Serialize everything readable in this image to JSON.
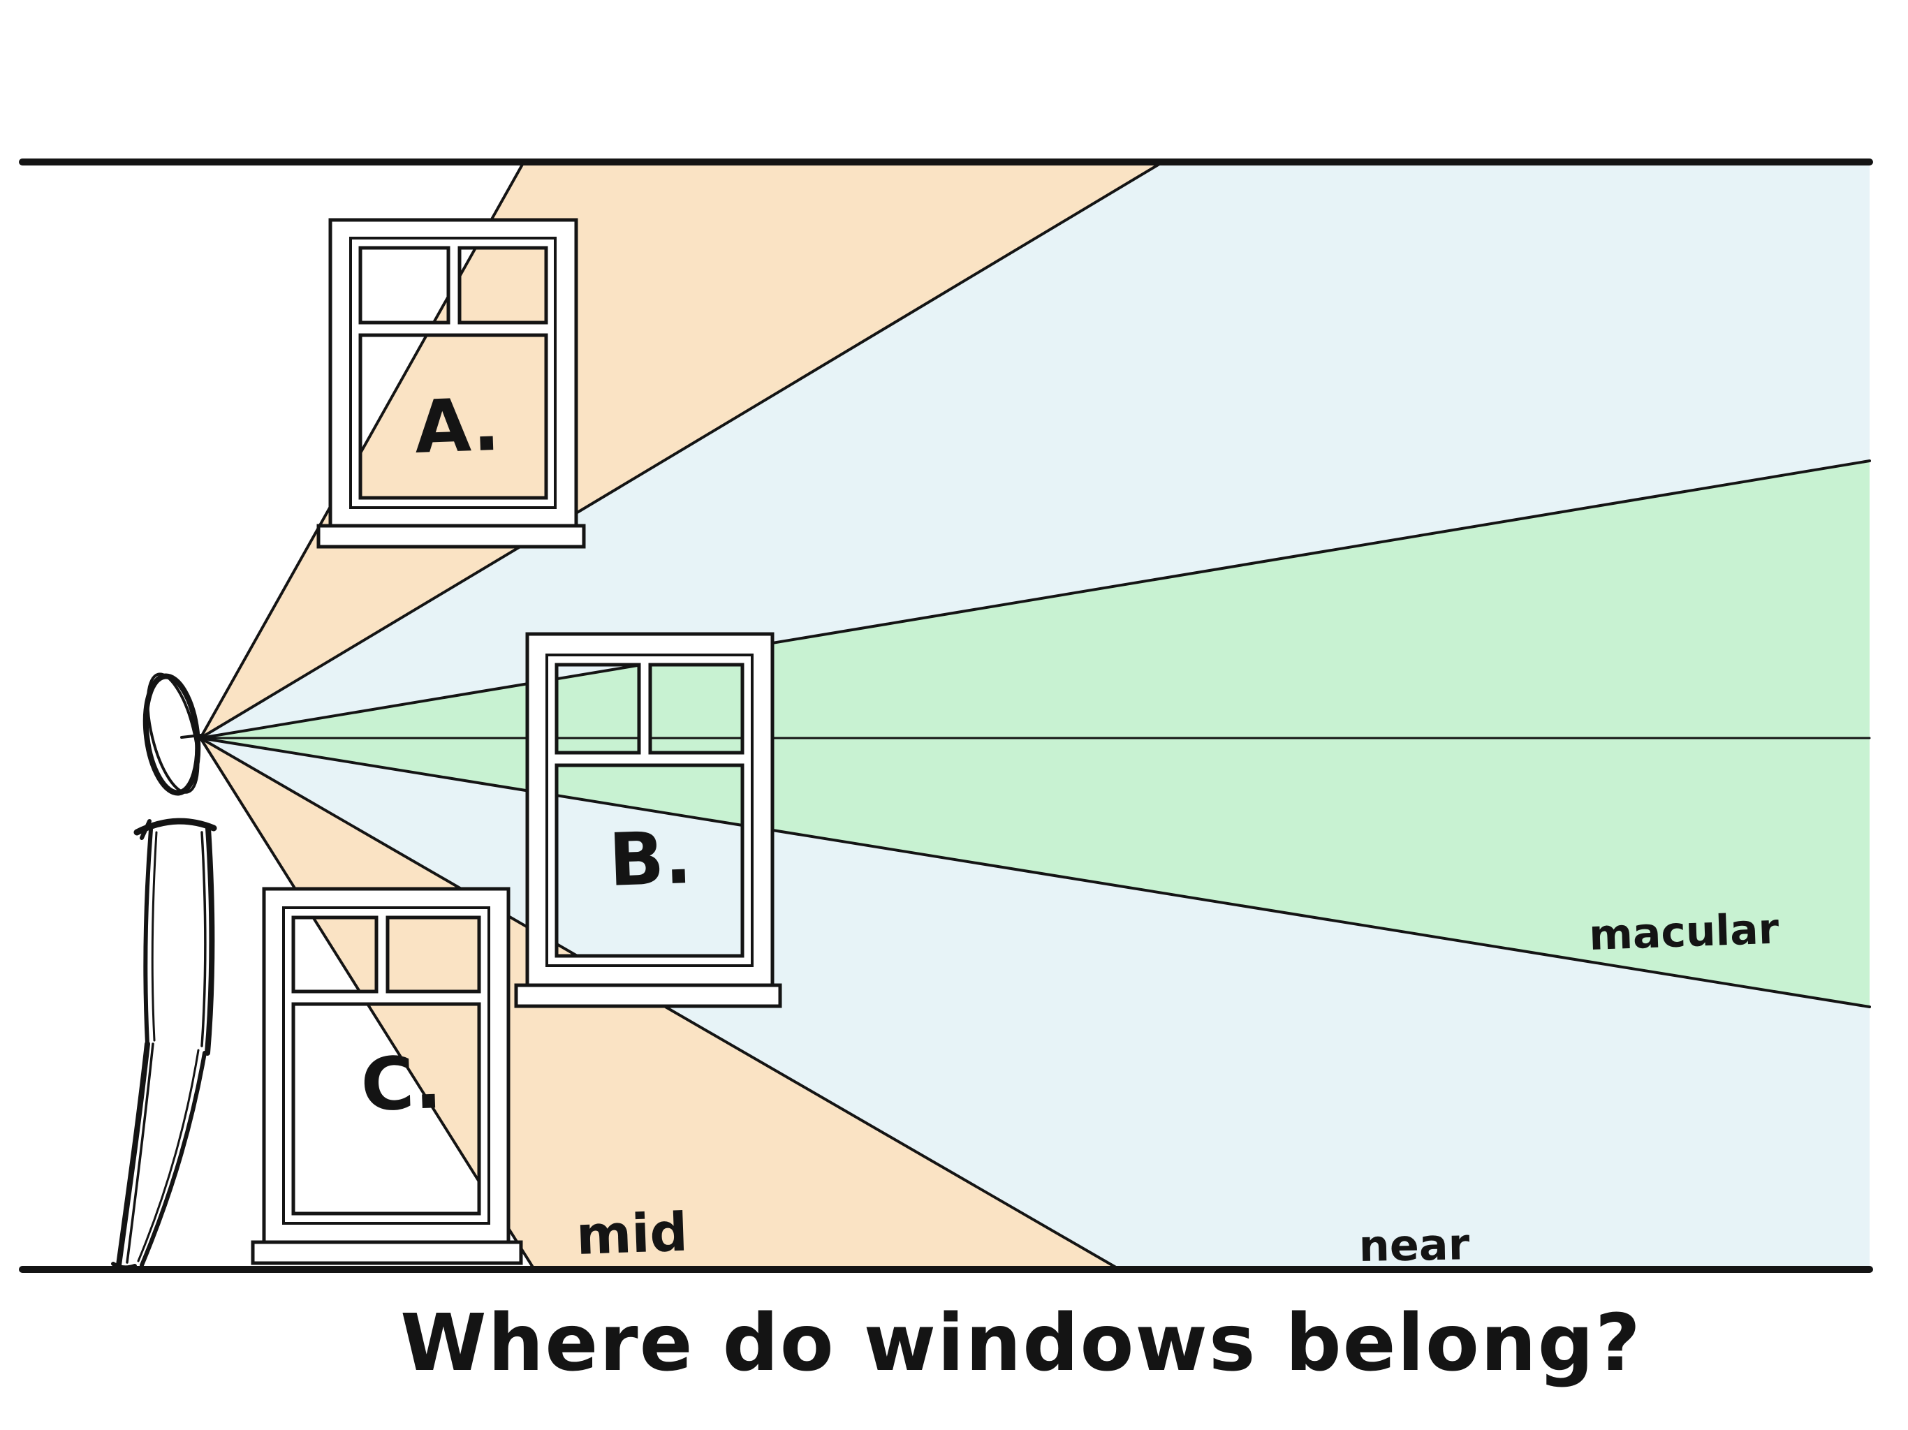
{
  "title": "Where do windows belong?",
  "windows": [
    {
      "id": "A",
      "label": "A."
    },
    {
      "id": "B",
      "label": "B."
    },
    {
      "id": "C",
      "label": "C."
    }
  ],
  "zones": [
    {
      "id": "mid",
      "label": "mid",
      "color": "#FAE3C4"
    },
    {
      "id": "near",
      "label": "near",
      "color": "#E7F3F7"
    },
    {
      "id": "macular",
      "label": "macular",
      "color": "#C8F2D2"
    }
  ],
  "line_color": "#141414"
}
